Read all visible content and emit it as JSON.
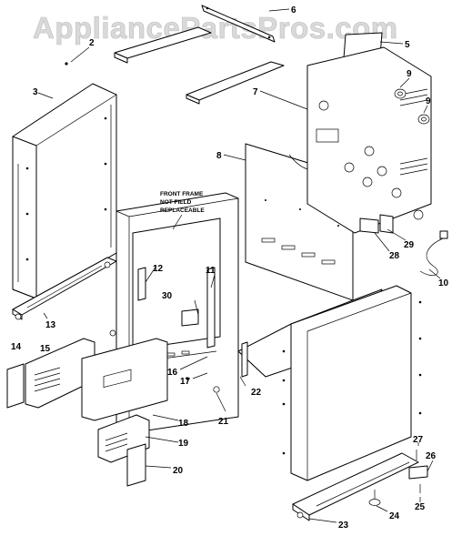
{
  "watermark": "AppliancePartsPros.com",
  "note": [
    "FRONT FRAME",
    "NOT FIELD",
    "REPLACEABLE"
  ],
  "callouts": {
    "c2": "2",
    "c3": "3",
    "c5": "5",
    "c6": "6",
    "c7": "7",
    "c8": "8",
    "c9a": "9",
    "c9b": "9",
    "c10": "10",
    "c11": "11",
    "c12": "12",
    "c13": "13",
    "c14": "14",
    "c15": "15",
    "c16": "16",
    "c17": "17",
    "c18": "18",
    "c19": "19",
    "c20": "20",
    "c21": "21",
    "c22": "22",
    "c23": "23",
    "c24": "24",
    "c25": "25",
    "c26": "26",
    "c27": "27",
    "c28": "28",
    "c29": "29",
    "c30": "30"
  }
}
